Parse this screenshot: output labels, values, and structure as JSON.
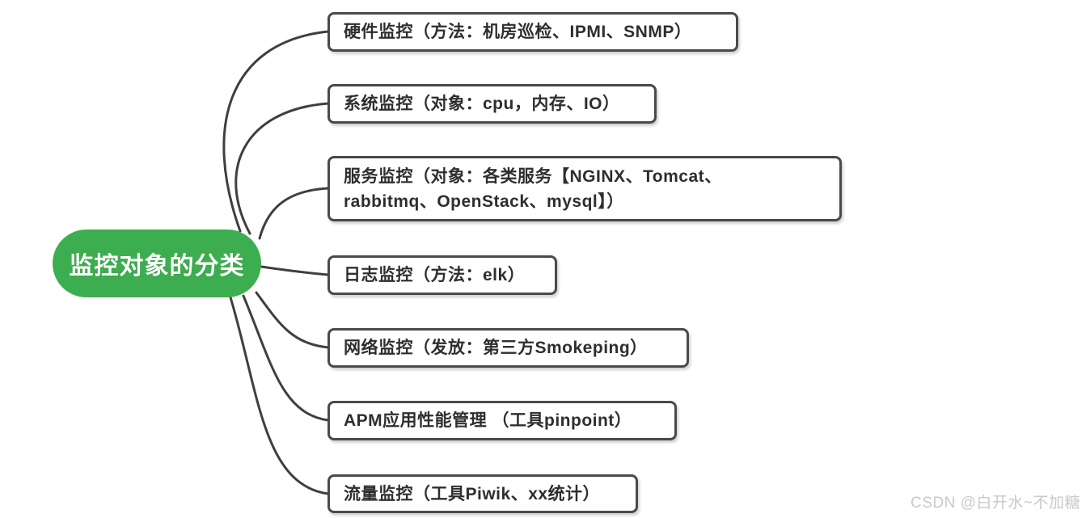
{
  "root": {
    "label": "监控对象的分类"
  },
  "branches": [
    {
      "label": "硬件监控（方法：机房巡检、IPMI、SNMP）"
    },
    {
      "label": "系统监控（对象：cpu，内存、IO）"
    },
    {
      "label": "服务监控（对象：各类服务【NGINX、Tomcat、\nrabbitmq、OpenStack、mysql】）"
    },
    {
      "label": "日志监控（方法：elk）"
    },
    {
      "label": "网络监控（发放：第三方Smokeping）"
    },
    {
      "label": "APM应用性能管理 （工具pinpoint）"
    },
    {
      "label": "流量监控（工具Piwik、xx统计）"
    }
  ],
  "watermark": "CSDN @白开水~不加糖",
  "colors": {
    "root_bg": "#3dae4f",
    "root_text": "#ffffff",
    "edge": "#3f3f3f",
    "box_border": "#4a4a4a",
    "box_text": "#2e2e2e",
    "watermark": "#c9c9c9",
    "background": "#ffffff"
  }
}
